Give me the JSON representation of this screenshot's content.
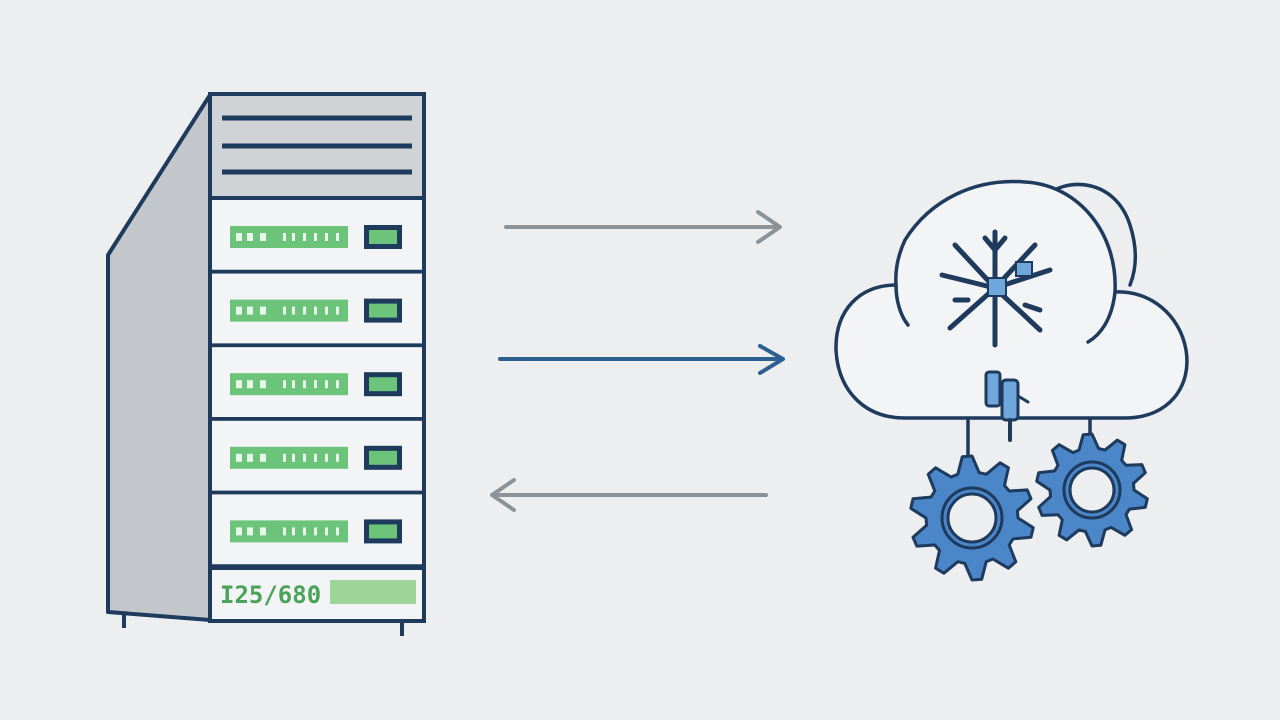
{
  "colors": {
    "background": "#eceef0",
    "outline": "#1e3a5c",
    "server_side": "#c3c7cb",
    "server_top": "#cfd3d6",
    "bay_face": "#f3f4f5",
    "led_green": "#6cc47a",
    "led_dark": "#1e3a5c",
    "arrow_gray": "#8c9398",
    "arrow_blue": "#2d5f8f",
    "cloud_fill": "#f3f4f6",
    "gear_blue": "#4a86c8",
    "gear_dark": "#1e3a5c"
  },
  "server": {
    "bay_count": 5,
    "display_text": "I25/680",
    "bay_icon": "drive-bay-icon"
  },
  "flows": [
    {
      "direction": "right",
      "tone": "gray",
      "icon": "arrow-right-icon"
    },
    {
      "direction": "right",
      "tone": "blue",
      "icon": "arrow-right-icon"
    },
    {
      "direction": "left",
      "tone": "gray",
      "icon": "arrow-left-icon"
    }
  ],
  "cloud": {
    "icon": "cloud-icon",
    "hub_icon": "network-hub-icon",
    "connector_icon": "plug-icon",
    "gears": [
      {
        "icon": "gear-icon"
      },
      {
        "icon": "gear-icon"
      }
    ]
  }
}
